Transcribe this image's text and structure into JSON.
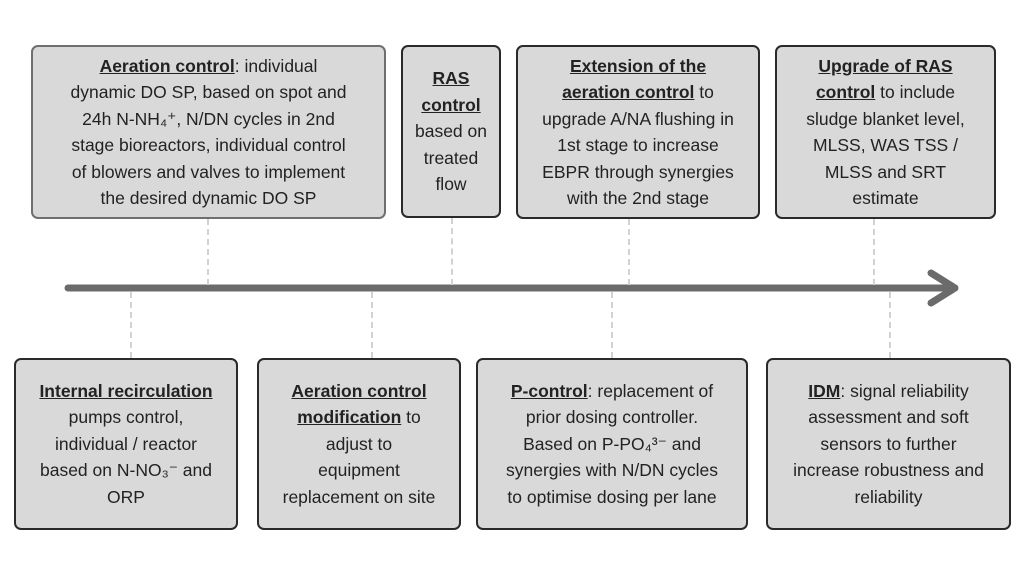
{
  "top_boxes": [
    {
      "id": "aeration-control",
      "lines": [
        {
          "title": "Aeration control",
          "text": ": individual"
        },
        {
          "title": "",
          "text": "dynamic DO SP, based on spot and"
        },
        {
          "title": "",
          "text": "24h N-NH₄⁺, N/DN cycles in 2nd"
        },
        {
          "title": "",
          "text": "stage bioreactors, individual control"
        },
        {
          "title": "",
          "text": "of blowers and valves to implement"
        },
        {
          "title": "",
          "text": "the desired dynamic DO SP"
        }
      ]
    },
    {
      "id": "ras-control",
      "lines": [
        {
          "title": "RAS",
          "text": ""
        },
        {
          "title": "control",
          "text": ""
        },
        {
          "title": "",
          "text": "based on"
        },
        {
          "title": "",
          "text": "treated"
        },
        {
          "title": "",
          "text": "flow"
        }
      ]
    },
    {
      "id": "extension-aeration-control",
      "lines": [
        {
          "title": "Extension of the",
          "text": ""
        },
        {
          "title": "aeration control",
          "text": " to"
        },
        {
          "title": "",
          "text": "upgrade A/NA flushing in"
        },
        {
          "title": "",
          "text": "1st stage to increase"
        },
        {
          "title": "",
          "text": "EBPR through synergies"
        },
        {
          "title": "",
          "text": "with the 2nd stage"
        }
      ]
    },
    {
      "id": "upgrade-ras-control",
      "lines": [
        {
          "title": "Upgrade of RAS",
          "text": ""
        },
        {
          "title": "control",
          "text": " to include"
        },
        {
          "title": "",
          "text": "sludge blanket level,"
        },
        {
          "title": "",
          "text": "MLSS, WAS TSS /"
        },
        {
          "title": "",
          "text": "MLSS and SRT"
        },
        {
          "title": "",
          "text": "estimate"
        }
      ]
    }
  ],
  "bottom_boxes": [
    {
      "id": "internal-recirculation",
      "lines": [
        {
          "title": "Internal recirculation",
          "text": ""
        },
        {
          "title": "",
          "text": "pumps control,"
        },
        {
          "title": "",
          "text": "individual / reactor"
        },
        {
          "title": "",
          "text": "based on N-NO₃⁻ and"
        },
        {
          "title": "",
          "text": "ORP"
        }
      ]
    },
    {
      "id": "aeration-control-modification",
      "lines": [
        {
          "title": "Aeration control",
          "text": ""
        },
        {
          "title": "modification",
          "text": " to"
        },
        {
          "title": "",
          "text": "adjust to"
        },
        {
          "title": "",
          "text": "equipment"
        },
        {
          "title": "",
          "text": "replacement on site"
        }
      ]
    },
    {
      "id": "p-control",
      "lines": [
        {
          "title": "P-control",
          "text": ": replacement of"
        },
        {
          "title": "",
          "text": "prior dosing controller."
        },
        {
          "title": "",
          "text": "Based on P-PO₄³⁻ and"
        },
        {
          "title": "",
          "text": "synergies with N/DN cycles"
        },
        {
          "title": "",
          "text": "to optimise dosing per lane"
        }
      ]
    },
    {
      "id": "idm",
      "lines": [
        {
          "title": "IDM",
          "text": ": signal reliability"
        },
        {
          "title": "",
          "text": "assessment and soft"
        },
        {
          "title": "",
          "text": "sensors to further"
        },
        {
          "title": "",
          "text": "increase robustness and"
        },
        {
          "title": "",
          "text": "reliability"
        }
      ]
    }
  ],
  "colors": {
    "box_fill": "#d9d9d9",
    "box_border": "#2a2a2a",
    "timeline": "#6b6b6b",
    "connector": "#d2d2d2"
  }
}
